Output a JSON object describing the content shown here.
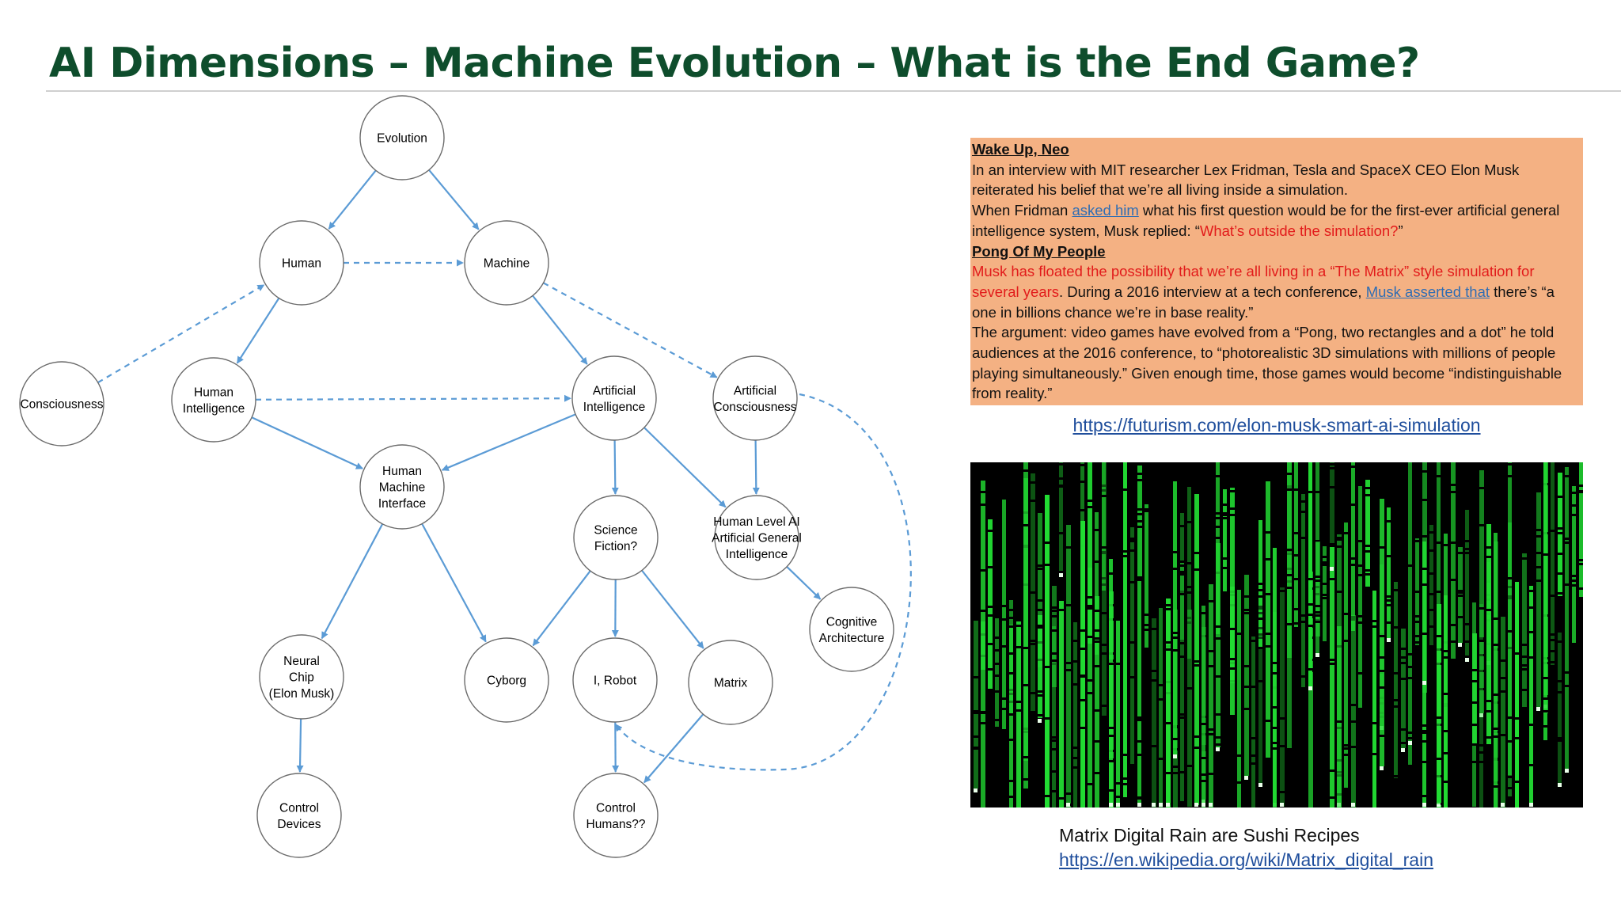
{
  "title": "AI Dimensions – Machine Evolution – What is the End Game?",
  "diagram": {
    "nodes": [
      {
        "id": "evolution",
        "lines": [
          "Evolution"
        ]
      },
      {
        "id": "human",
        "lines": [
          "Human"
        ]
      },
      {
        "id": "machine",
        "lines": [
          "Machine"
        ]
      },
      {
        "id": "consciousness",
        "lines": [
          "Consciousness"
        ]
      },
      {
        "id": "human-intelligence",
        "lines": [
          "Human",
          "Intelligence"
        ]
      },
      {
        "id": "artificial-intelligence",
        "lines": [
          "Artificial",
          "Intelligence"
        ]
      },
      {
        "id": "artificial-consciousness",
        "lines": [
          "Artificial",
          "Consciousness"
        ]
      },
      {
        "id": "hmi",
        "lines": [
          "Human",
          "Machine",
          "Interface"
        ]
      },
      {
        "id": "science-fiction",
        "lines": [
          "Science",
          "Fiction?"
        ]
      },
      {
        "id": "agi",
        "lines": [
          "Human Level AI",
          "Artificial General",
          "Intelligence"
        ]
      },
      {
        "id": "cognitive-architecture",
        "lines": [
          "Cognitive",
          "Architecture"
        ]
      },
      {
        "id": "neural-chip",
        "lines": [
          "Neural",
          "Chip",
          "(Elon Musk)"
        ]
      },
      {
        "id": "cyborg",
        "lines": [
          "Cyborg"
        ]
      },
      {
        "id": "i-robot",
        "lines": [
          "I, Robot"
        ]
      },
      {
        "id": "matrix",
        "lines": [
          "Matrix"
        ]
      },
      {
        "id": "control-devices",
        "lines": [
          "Control",
          "Devices"
        ]
      },
      {
        "id": "control-humans",
        "lines": [
          "Control",
          "Humans??"
        ]
      }
    ],
    "edges": [
      {
        "from": "evolution",
        "to": "human",
        "style": "solid"
      },
      {
        "from": "evolution",
        "to": "machine",
        "style": "solid"
      },
      {
        "from": "human",
        "to": "machine",
        "style": "dashed"
      },
      {
        "from": "consciousness",
        "to": "human",
        "style": "dashed"
      },
      {
        "from": "human",
        "to": "human-intelligence",
        "style": "solid"
      },
      {
        "from": "machine",
        "to": "artificial-intelligence",
        "style": "solid"
      },
      {
        "from": "machine",
        "to": "artificial-consciousness",
        "style": "dashed"
      },
      {
        "from": "human-intelligence",
        "to": "artificial-intelligence",
        "style": "dashed"
      },
      {
        "from": "human-intelligence",
        "to": "hmi",
        "style": "solid"
      },
      {
        "from": "artificial-intelligence",
        "to": "hmi",
        "style": "solid"
      },
      {
        "from": "artificial-intelligence",
        "to": "science-fiction",
        "style": "solid"
      },
      {
        "from": "artificial-intelligence",
        "to": "agi",
        "style": "solid"
      },
      {
        "from": "artificial-consciousness",
        "to": "agi",
        "style": "solid"
      },
      {
        "from": "agi",
        "to": "cognitive-architecture",
        "style": "solid"
      },
      {
        "from": "hmi",
        "to": "neural-chip",
        "style": "solid"
      },
      {
        "from": "hmi",
        "to": "cyborg",
        "style": "solid"
      },
      {
        "from": "science-fiction",
        "to": "cyborg",
        "style": "solid"
      },
      {
        "from": "science-fiction",
        "to": "i-robot",
        "style": "solid"
      },
      {
        "from": "science-fiction",
        "to": "matrix",
        "style": "solid"
      },
      {
        "from": "neural-chip",
        "to": "control-devices",
        "style": "solid"
      },
      {
        "from": "i-robot",
        "to": "control-humans",
        "style": "solid"
      },
      {
        "from": "matrix",
        "to": "control-humans",
        "style": "solid"
      },
      {
        "from": "artificial-consciousness",
        "to": "i-robot",
        "style": "dashed-curve"
      }
    ]
  },
  "article": {
    "heading1": "Wake Up, Neo",
    "p1": "In an interview with MIT researcher Lex Fridman, Tesla and SpaceX CEO Elon Musk reiterated his belief that we’re all living inside a simulation.",
    "p2_before": "When Fridman ",
    "p2_link": "asked him",
    "p2_after": " what his first question would be for the first-ever artificial general intelligence system, Musk replied: “",
    "p2_quote": "What’s outside the simulation?",
    "p2_end": "”",
    "heading2": "Pong Of My People",
    "p3_red": "Musk has floated the possibility that we’re all living in a “The Matrix” style simulation for several years",
    "p3_mid": ". During a 2016 interview at a tech conference, ",
    "p3_link": "Musk asserted that",
    "p3_after": " there’s “a one in billions chance we’re in base reality.”",
    "p4": "The argument: video games have evolved from a “Pong, two rectangles and a dot” he told audiences at the 2016 conference, to “photorealistic 3D simulations with millions of people playing simultaneously.” Given enough time, those games would become “indistinguishable from reality.”"
  },
  "source_link": "https://futurism.com/elon-musk-smart-ai-simulation",
  "caption": {
    "text": "Matrix Digital Rain are Sushi Recipes",
    "link": "https://en.wikipedia.org/wiki/Matrix_digital_rain"
  },
  "colors": {
    "title": "#0e4d2c",
    "arrow": "#5b9bd5",
    "box": "#f4b183",
    "highlight": "#e21b1b",
    "link": "#2e6db4",
    "rain": "#22dd33"
  }
}
